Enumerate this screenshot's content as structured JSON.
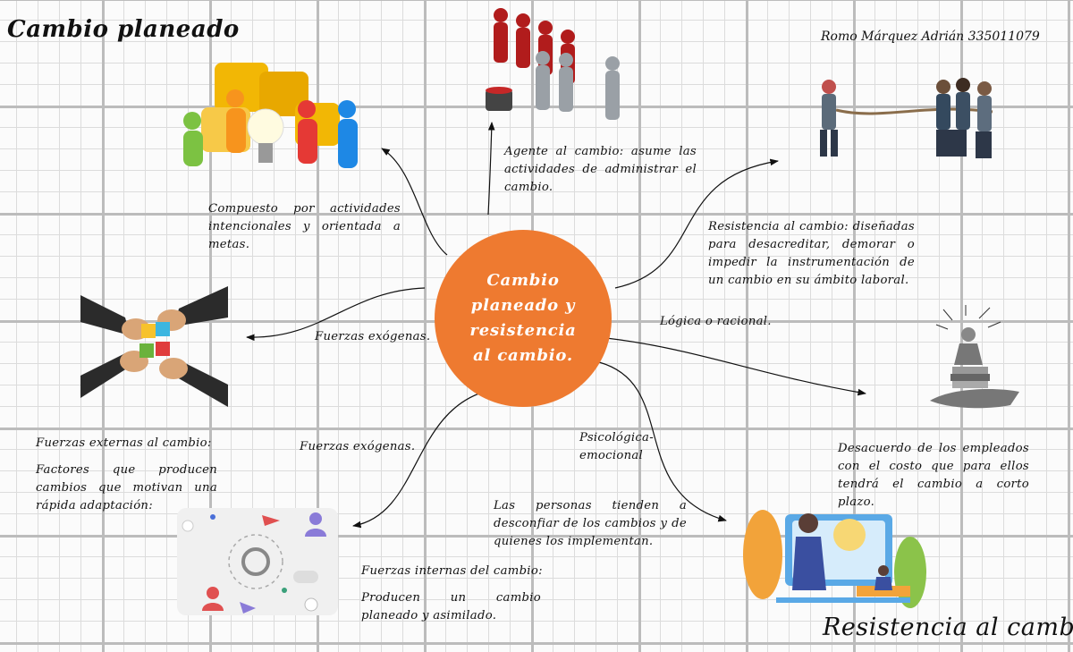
{
  "title": "Cambio planeado",
  "subtitle": "Resistencia al cambio",
  "author": "Romo Márquez Adrián 335011079",
  "center": "Cambio planeado y resistencia al cambio.",
  "colors": {
    "center": "#ee7a30",
    "grid": "#bcbcbc"
  },
  "texts": {
    "planned_def": "Compuesto por actividades intencionales y orientada a metas.",
    "agent": "Agente al cambio: asume las actividades de administrar el cambio.",
    "resistance_def": "Resistencia al cambio: diseñadas para desacreditar, demorar o impedir la instrumentación de un cambio en su ámbito laboral.",
    "exogenous_top": "Fuerzas exógenas.",
    "logical": "Lógica o racional.",
    "external_heading": "Fuerzas externas al cambio:",
    "external_body": "Factores que producen cambios que motivan una rápida adaptación:",
    "exogenous_bottom": "Fuerzas exógenas.",
    "psychological": "Psicológica-emocional",
    "disagreement": "Desacuerdo de los empleados con el costo que para ellos tendrá el cambio a corto plazo.",
    "distrust": "Las personas tienden a desconfiar de los cambios y de quienes los implementan.",
    "internal_heading": "Fuerzas internas del cambio:",
    "internal_body": "Producen un cambio planeado y asimilado."
  },
  "images": [
    "puzzle-teamwork-illustration",
    "red-gray-figures-illustration",
    "tug-of-war-illustration",
    "hands-puzzle-illustration",
    "meditating-figure-illustration",
    "network-icons-illustration",
    "video-call-illustration"
  ]
}
